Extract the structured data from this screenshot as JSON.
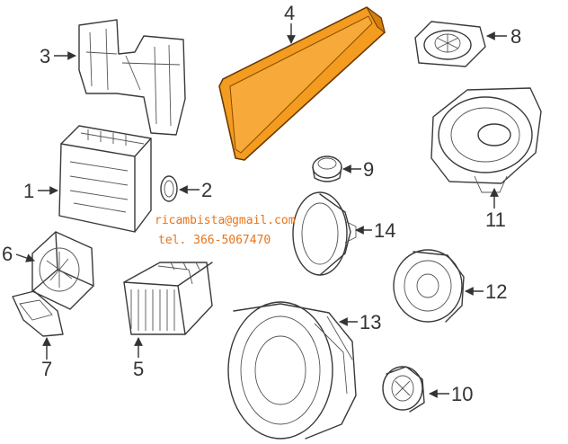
{
  "colors": {
    "highlight": "#f39c1f",
    "highlight_stroke": "#8a4a00",
    "line": "#3a3a3a",
    "contact_text": "#e8741a"
  },
  "contact": {
    "email": "ricambista@gmail.com",
    "phone": "tel. 366-5067470"
  },
  "callouts": [
    "1",
    "2",
    "3",
    "4",
    "5",
    "6",
    "7",
    "8",
    "9",
    "10",
    "11",
    "12",
    "13",
    "14"
  ],
  "highlighted_part": "4"
}
